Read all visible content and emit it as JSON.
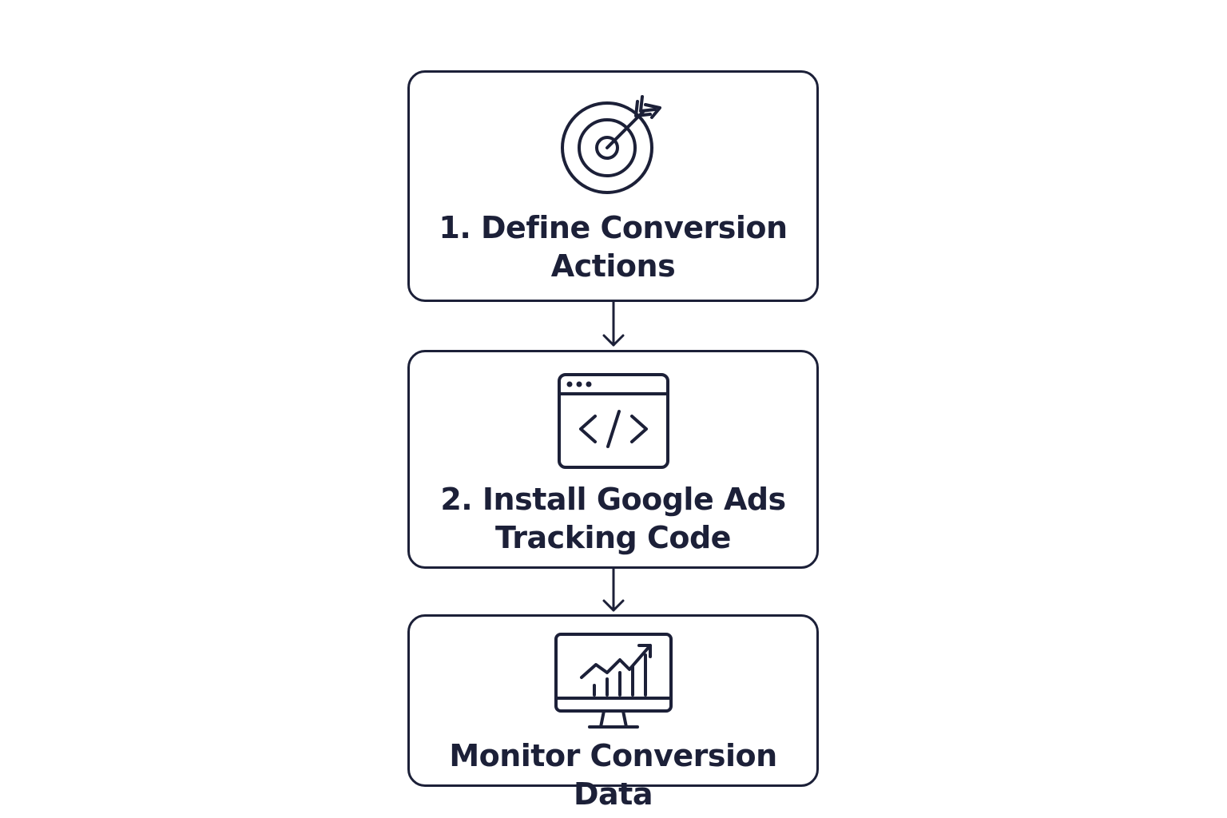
{
  "steps": [
    {
      "label": "1. Define Conversion\nActions",
      "icon": "target-arrow-icon"
    },
    {
      "label": "2. Install Google Ads\nTracking Code",
      "icon": "code-window-icon"
    },
    {
      "label": "Monitor Conversion Data",
      "icon": "monitor-chart-icon"
    }
  ],
  "colors": {
    "stroke": "#1c2038",
    "background": "#ffffff"
  }
}
